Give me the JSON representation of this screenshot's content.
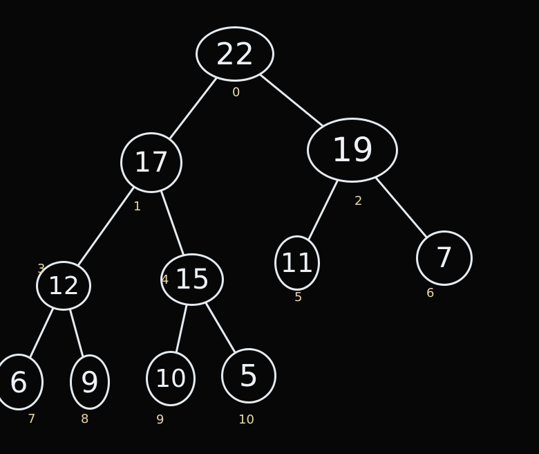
{
  "tree": {
    "nodes": [
      {
        "value": "22",
        "index": "0"
      },
      {
        "value": "17",
        "index": "1"
      },
      {
        "value": "19",
        "index": "2"
      },
      {
        "value": "12",
        "index": "3"
      },
      {
        "value": "15",
        "index": "4"
      },
      {
        "value": "11",
        "index": "5"
      },
      {
        "value": "7",
        "index": "6"
      },
      {
        "value": "6",
        "index": "7"
      },
      {
        "value": "9",
        "index": "8"
      },
      {
        "value": "10",
        "index": "9"
      },
      {
        "value": "5",
        "index": "10"
      }
    ],
    "edges": [
      [
        0,
        1
      ],
      [
        0,
        2
      ],
      [
        1,
        3
      ],
      [
        1,
        4
      ],
      [
        2,
        5
      ],
      [
        2,
        6
      ],
      [
        3,
        7
      ],
      [
        3,
        8
      ],
      [
        4,
        9
      ],
      [
        4,
        10
      ]
    ]
  },
  "colors": {
    "background": "#070707",
    "chalk": "#e6ebf0",
    "index_label": "#e8d8a6"
  }
}
